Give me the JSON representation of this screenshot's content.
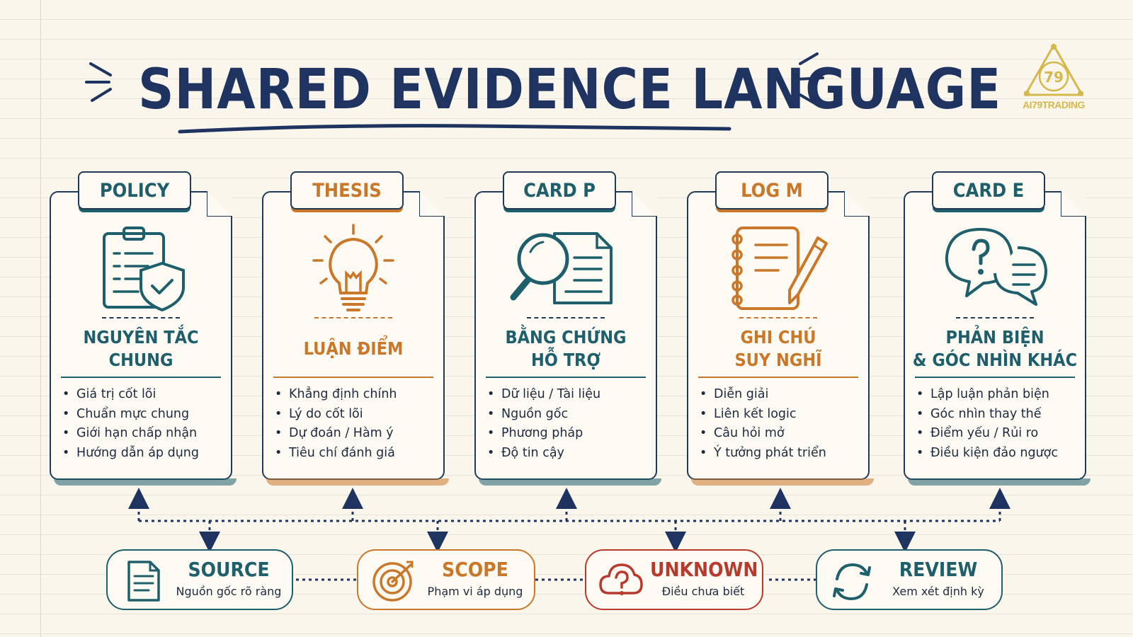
{
  "title": "SHARED EVIDENCE LANGUAGE",
  "logo": {
    "mark": "79",
    "name": "AI79TRADING"
  },
  "colors": {
    "navy": "#1e3360",
    "teal": "#1e5f6b",
    "orange": "#c9782a",
    "red": "#b83a2c",
    "gold": "#d4b84c"
  },
  "cards": [
    {
      "tab": "POLICY",
      "icon": "clipboard-shield-icon",
      "heading": [
        "NGUYÊN TẮC",
        "CHUNG"
      ],
      "items": [
        "Giá trị cốt lõi",
        "Chuẩn mực chung",
        "Giới hạn chấp nhận",
        "Hướng dẫn áp dụng"
      ]
    },
    {
      "tab": "THESIS",
      "icon": "lightbulb-icon",
      "heading": [
        "LUẬN ĐIỂM"
      ],
      "items": [
        "Khẳng định chính",
        "Lý do cốt lõi",
        "Dự đoán / Hàm ý",
        "Tiêu chí đánh giá"
      ]
    },
    {
      "tab": "CARD P",
      "icon": "magnifier-document-icon",
      "heading": [
        "BẰNG CHỨNG",
        "HỖ TRỢ"
      ],
      "items": [
        "Dữ liệu / Tài liệu",
        "Nguồn gốc",
        "Phương pháp",
        "Độ tin cậy"
      ]
    },
    {
      "tab": "LOG M",
      "icon": "notebook-pen-icon",
      "heading": [
        "GHI CHÚ",
        "SUY NGHĨ"
      ],
      "items": [
        "Diễn giải",
        "Liên kết logic",
        "Câu hỏi mở",
        "Ý tưởng phát triển"
      ]
    },
    {
      "tab": "CARD E",
      "icon": "question-speech-bubbles-icon",
      "heading": [
        "PHẢN BIỆN",
        "& GÓC NHÌN KHÁC"
      ],
      "items": [
        "Lập luận phản biện",
        "Góc nhìn thay thế",
        "Điểm yếu / Rủi ro",
        "Điều kiện đảo ngược"
      ]
    }
  ],
  "pills": [
    {
      "title": "SOURCE",
      "subtitle": "Nguồn gốc rõ ràng",
      "icon": "document-icon"
    },
    {
      "title": "SCOPE",
      "subtitle": "Phạm vi áp dụng",
      "icon": "target-icon"
    },
    {
      "title": "UNKNOWN",
      "subtitle": "Điều chưa biết",
      "icon": "question-cloud-icon"
    },
    {
      "title": "REVIEW",
      "subtitle": "Xem xét định kỳ",
      "icon": "refresh-cycle-icon"
    }
  ]
}
